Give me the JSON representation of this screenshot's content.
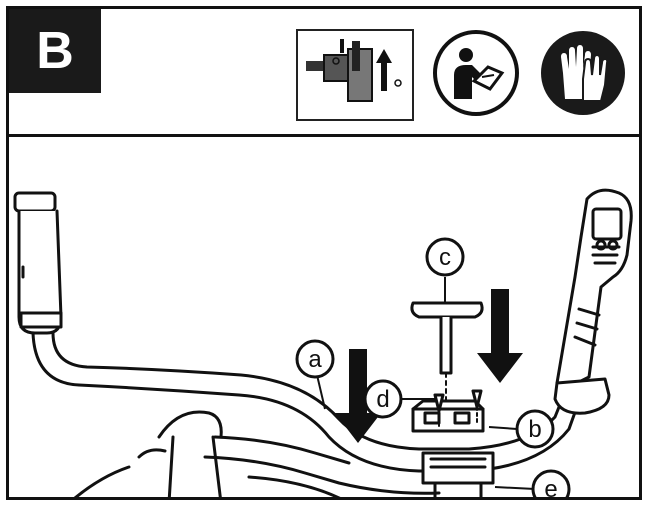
{
  "step": {
    "letter": "B"
  },
  "icons": [
    {
      "name": "power-tool-pull-icon"
    },
    {
      "name": "read-manual-icon"
    },
    {
      "name": "wear-gloves-icon"
    }
  ],
  "callouts": [
    {
      "id": "a",
      "label": "a"
    },
    {
      "id": "b",
      "label": "b"
    },
    {
      "id": "c",
      "label": "c"
    },
    {
      "id": "d",
      "label": "d"
    },
    {
      "id": "e",
      "label": "e"
    }
  ],
  "colors": {
    "ink": "#111111",
    "paper": "#ffffff",
    "badge": "#1a1a1a"
  }
}
